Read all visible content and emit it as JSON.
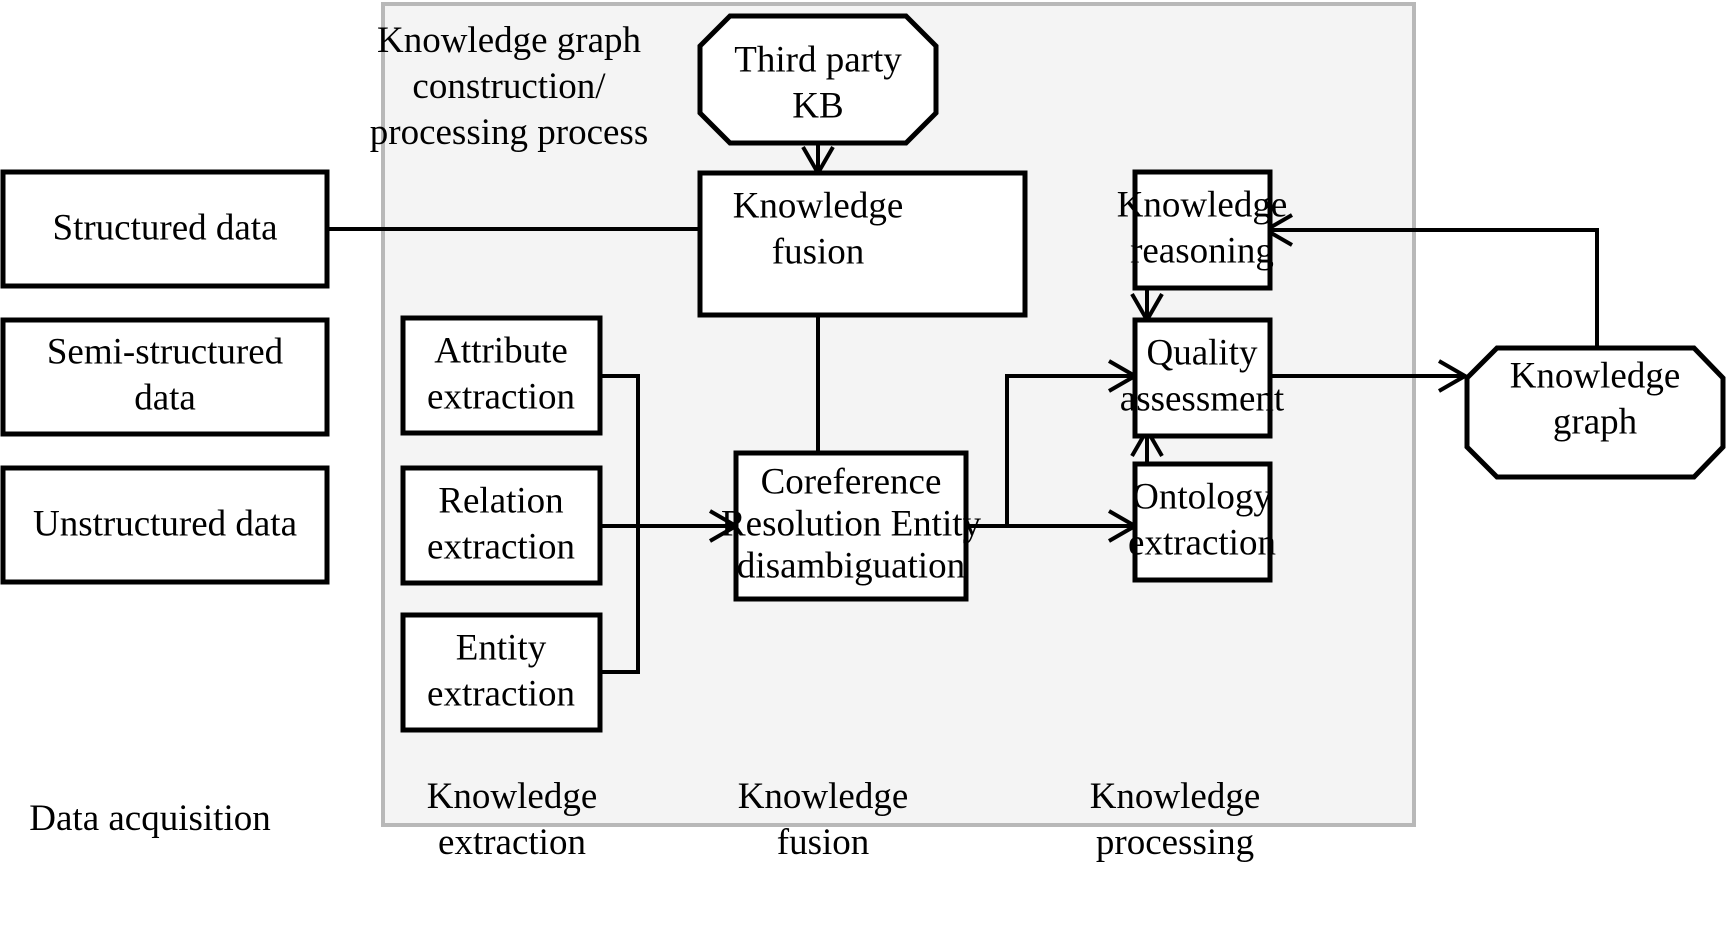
{
  "figure": {
    "panel": {
      "title_lines": [
        "Knowledge graph",
        "construction/",
        "processing process"
      ],
      "background_color": "#f4f4f4",
      "border_color": "#b8b8b8"
    },
    "colors": {
      "node_fill": "#ffffff",
      "node_stroke": "#000000",
      "text": "#000000",
      "page_background": "#ffffff"
    },
    "nodes": [
      {
        "id": "structured-data",
        "shape": "rect",
        "lines": [
          "Structured data"
        ]
      },
      {
        "id": "semi-structured-data",
        "shape": "rect",
        "lines": [
          "Semi-structured",
          "data"
        ]
      },
      {
        "id": "unstructured-data",
        "shape": "rect",
        "lines": [
          "Unstructured data"
        ]
      },
      {
        "id": "third-party-kb",
        "shape": "octagon",
        "lines": [
          "Third party",
          "KB"
        ]
      },
      {
        "id": "knowledge-fusion",
        "shape": "rect",
        "lines": [
          "Knowledge",
          "fusion"
        ]
      },
      {
        "id": "attribute-extraction",
        "shape": "rect",
        "lines": [
          "Attribute",
          "extraction"
        ]
      },
      {
        "id": "relation-extraction",
        "shape": "rect",
        "lines": [
          "Relation",
          "extraction"
        ]
      },
      {
        "id": "entity-extraction",
        "shape": "rect",
        "lines": [
          "Entity",
          "extraction"
        ]
      },
      {
        "id": "coreference-resolution",
        "shape": "rect",
        "lines": [
          "Coreference",
          "Resolution Entity",
          "disambiguation"
        ]
      },
      {
        "id": "knowledge-reasoning",
        "shape": "rect",
        "lines": [
          "Knowledge",
          "reasoning"
        ]
      },
      {
        "id": "quality-assessment",
        "shape": "rect",
        "lines": [
          "Quality",
          "assessment"
        ]
      },
      {
        "id": "ontology-extraction",
        "shape": "rect",
        "lines": [
          "Ontology",
          "extraction"
        ]
      },
      {
        "id": "knowledge-graph",
        "shape": "octagon",
        "lines": [
          "Knowledge",
          "graph"
        ]
      }
    ],
    "stage_labels": [
      {
        "id": "data-acquisition",
        "lines": [
          "Data acquisition"
        ]
      },
      {
        "id": "knowledge-extraction",
        "lines": [
          "Knowledge",
          "extraction"
        ]
      },
      {
        "id": "knowledge-fusion",
        "lines": [
          "Knowledge",
          "fusion"
        ]
      },
      {
        "id": "knowledge-processing",
        "lines": [
          "Knowledge",
          "processing"
        ]
      }
    ],
    "edges": [
      {
        "from": "structured-data",
        "to": "knowledge-fusion",
        "arrow": true
      },
      {
        "from": "third-party-kb",
        "to": "knowledge-fusion",
        "arrow": true
      },
      {
        "from": "knowledge-fusion",
        "to": "coreference-resolution",
        "arrow": true
      },
      {
        "from": "attribute-extraction",
        "to": "coreference-resolution",
        "arrow": true
      },
      {
        "from": "relation-extraction",
        "to": "coreference-resolution",
        "arrow": true
      },
      {
        "from": "entity-extraction",
        "to": "coreference-resolution",
        "arrow": true
      },
      {
        "from": "coreference-resolution",
        "to": "quality-assessment",
        "arrow": true
      },
      {
        "from": "coreference-resolution",
        "to": "ontology-extraction",
        "arrow": true
      },
      {
        "from": "knowledge-reasoning",
        "to": "quality-assessment",
        "arrow": true
      },
      {
        "from": "ontology-extraction",
        "to": "quality-assessment",
        "arrow": true
      },
      {
        "from": "quality-assessment",
        "to": "knowledge-graph",
        "arrow": true
      },
      {
        "from": "knowledge-graph",
        "to": "knowledge-reasoning",
        "arrow": true
      }
    ]
  }
}
